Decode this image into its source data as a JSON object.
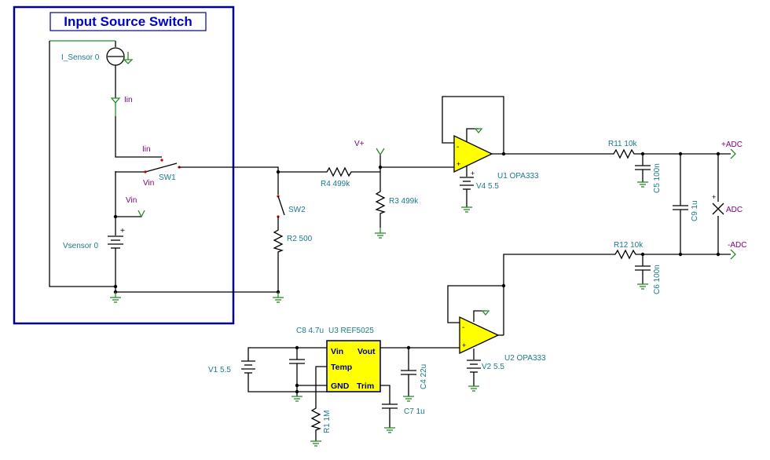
{
  "title": "Input Source Switch",
  "components": {
    "i_sensor": "I_Sensor 0",
    "vsensor": "Vsensor 0",
    "sw1": "SW1",
    "sw2": "SW2",
    "r2": "R2 500",
    "r4": "R4 499k",
    "r3": "R3 499k",
    "u1": "U1 OPA333",
    "v4": "V4 5.5",
    "r11": "R11 10k",
    "c5": "C5 100n",
    "c9": "C9 1u",
    "r12": "R12 10k",
    "c6": "C6 100n",
    "u2": "U2 OPA333",
    "v2": "V2 5.5",
    "c8": "C8 4.7u",
    "u3": "U3 REF5025",
    "v1": "V1 5.5",
    "c4": "C4 22u",
    "c7": "C7 1u",
    "r1": "R1 1M"
  },
  "ref5025_pins": {
    "vin": "Vin",
    "vout": "Vout",
    "temp": "Temp",
    "gnd": "GND",
    "trim": "Trim"
  },
  "nets": {
    "iin_a": "Iin",
    "iin_b": "Iin",
    "vin_a": "Vin",
    "vin_b": "Vin",
    "vplus": "V+",
    "adc_pos": "+ADC",
    "adc_neg": "-ADC",
    "adc_meter": "ADC"
  },
  "colors": {
    "frame": "#00008b",
    "wire": "#000000",
    "component_label": "#1a7a8a",
    "net_label": "#800080",
    "opamp_fill": "#ffff00",
    "ic_fill": "#ffff00",
    "ground_green": "#2a8a2a"
  }
}
